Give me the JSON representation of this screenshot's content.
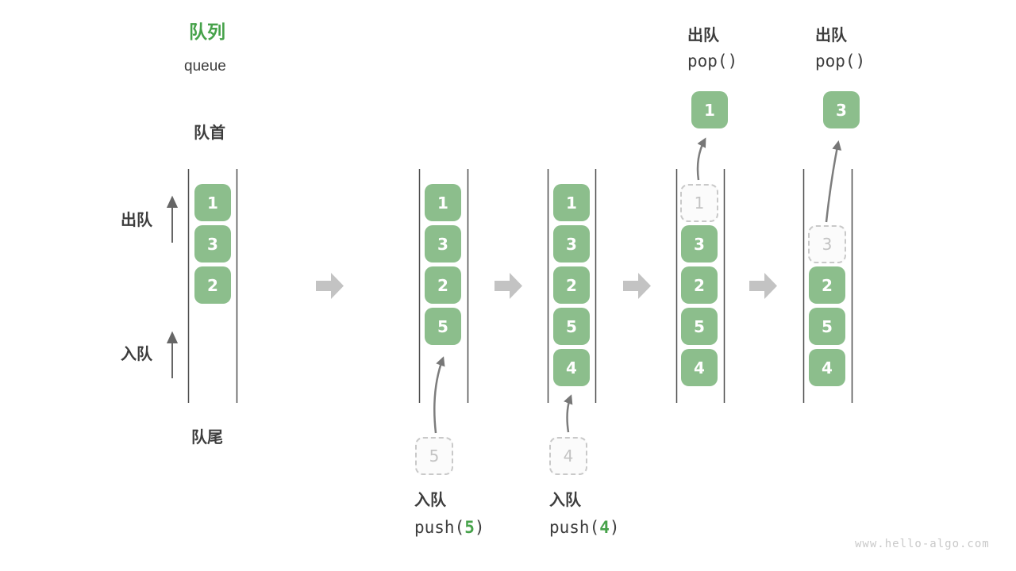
{
  "title": {
    "zh": "队列",
    "en": "queue"
  },
  "side_labels": {
    "front": "队首",
    "rear": "队尾",
    "dequeue": "出队",
    "enqueue": "入队"
  },
  "columns": [
    {
      "name": "state-initial",
      "boxes": [
        {
          "slot": 0,
          "value": "1"
        },
        {
          "slot": 1,
          "value": "3"
        },
        {
          "slot": 2,
          "value": "2"
        }
      ]
    },
    {
      "name": "state-after-push-5",
      "boxes": [
        {
          "slot": 0,
          "value": "1"
        },
        {
          "slot": 1,
          "value": "3"
        },
        {
          "slot": 2,
          "value": "2"
        },
        {
          "slot": 3,
          "value": "5"
        }
      ],
      "pending_value": "5",
      "op_label": "入队",
      "op_fn": "push(",
      "op_arg": "5",
      "op_close": ")"
    },
    {
      "name": "state-after-push-4",
      "boxes": [
        {
          "slot": 0,
          "value": "1"
        },
        {
          "slot": 1,
          "value": "3"
        },
        {
          "slot": 2,
          "value": "2"
        },
        {
          "slot": 3,
          "value": "5"
        },
        {
          "slot": 4,
          "value": "4"
        }
      ],
      "pending_value": "4",
      "op_label": "入队",
      "op_fn": "push(",
      "op_arg": "4",
      "op_close": ")"
    },
    {
      "name": "state-after-pop-1",
      "ghost": {
        "slot": 0,
        "value": "1"
      },
      "boxes": [
        {
          "slot": 1,
          "value": "3"
        },
        {
          "slot": 2,
          "value": "2"
        },
        {
          "slot": 3,
          "value": "5"
        },
        {
          "slot": 4,
          "value": "4"
        }
      ],
      "popped_value": "1",
      "op_label": "出队",
      "op_code": "pop()"
    },
    {
      "name": "state-after-pop-3",
      "ghost": {
        "slot": 1,
        "value": "3"
      },
      "boxes": [
        {
          "slot": 2,
          "value": "2"
        },
        {
          "slot": 3,
          "value": "5"
        },
        {
          "slot": 4,
          "value": "4"
        }
      ],
      "popped_value": "3",
      "op_label": "出队",
      "op_code": "pop()"
    }
  ],
  "watermark": "www.hello-algo.com",
  "colors": {
    "box_green": "#8cbe8c",
    "accent_green": "#46a24a",
    "flow_arrow_gray": "#c3c3c3",
    "line_gray": "#4e4e4e",
    "ghost_gray": "#c9c9c9",
    "text_dark": "#3d3d3d"
  }
}
